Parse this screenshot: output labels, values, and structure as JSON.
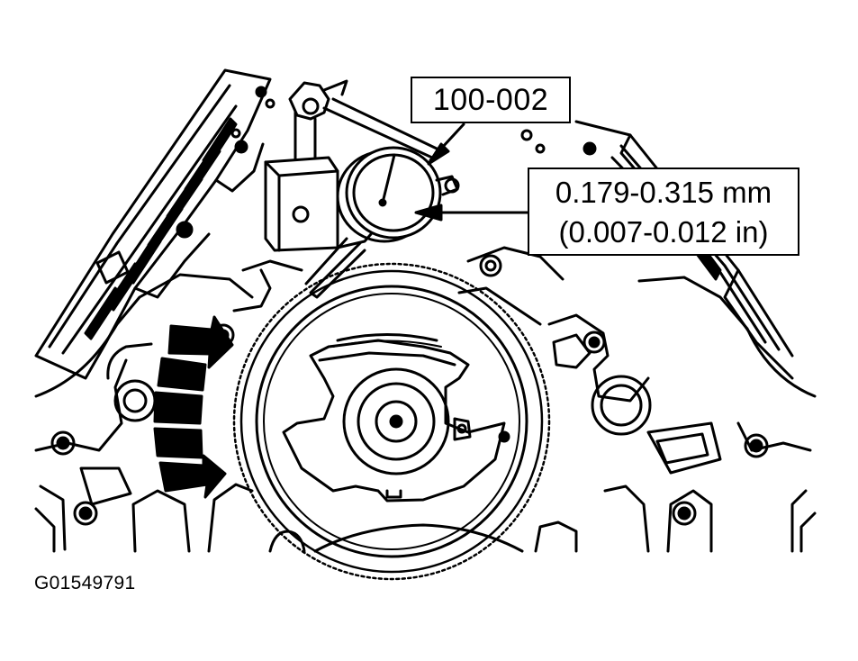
{
  "callouts": {
    "tool_number": "100-002",
    "spec_metric": "0.179-0.315 mm",
    "spec_imperial": "(0.007-0.012 in)"
  },
  "figure_id": "G01549791",
  "colors": {
    "ink": "#000000",
    "paper": "#ffffff"
  },
  "icons": {
    "dial_indicator": "dial-indicator-icon",
    "rotation_arrow": "rotation-arrow-icon",
    "cam_gear": "gear-icon"
  }
}
